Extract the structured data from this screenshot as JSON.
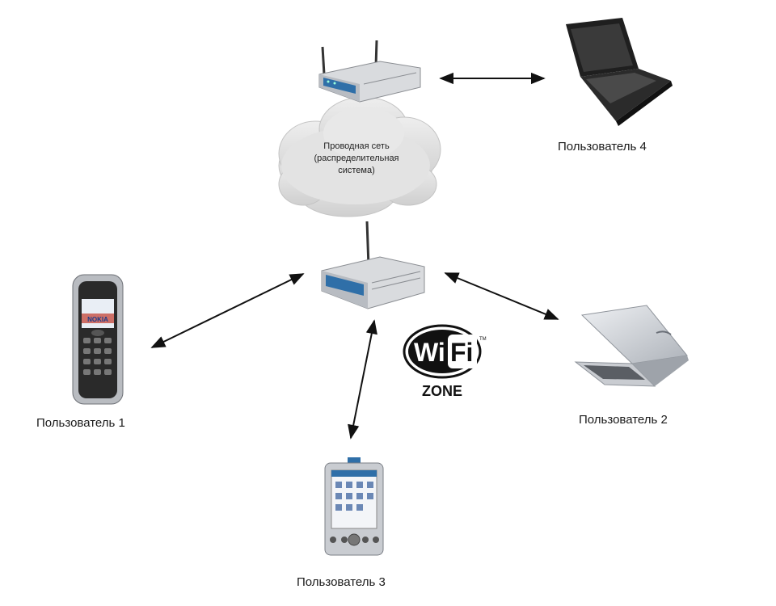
{
  "cloud": {
    "line1": "Проводная сеть",
    "line2": "(распределительная",
    "line3": "система)"
  },
  "users": {
    "user1": "Пользователь 1",
    "user2": "Пользователь 2",
    "user3": "Пользователь 3",
    "user4": "Пользователь 4"
  },
  "wifi_logo": {
    "wi": "Wi",
    "fi": "Fi",
    "tm": "TM",
    "zone": "ZONE"
  },
  "phone_brand": "NOKIA",
  "colors": {
    "cloud": "#dcdcdc",
    "router_blue": "#2f6fa8",
    "router_body": "#d7d9dc",
    "arrow": "#111111",
    "laptop_dark": "#2b2b2b",
    "laptop_silver": "#c9ccd1"
  },
  "icons": {
    "top_router": "wireless-router-icon",
    "access_point": "access-point-icon",
    "user1": "mobile-phone-icon",
    "user2": "silver-laptop-icon",
    "user3": "pda-icon",
    "user4": "black-laptop-icon"
  }
}
